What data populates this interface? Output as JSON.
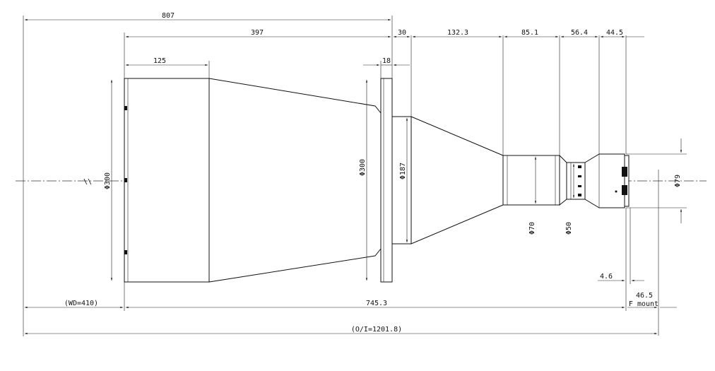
{
  "drawing": {
    "dims": {
      "total_span": "807",
      "barrel_to_flange": "397",
      "front_barrel": "125",
      "flange_thickness": "18",
      "gap": "30",
      "rear_cone": "132.3",
      "tube": "85.1",
      "neck": "56.4",
      "mount_section": "44.5",
      "dia_front": "Φ300",
      "dia_flange": "Φ300",
      "dia_hub": "Φ187",
      "dia_tube": "Φ70",
      "dia_neck": "Φ50",
      "dia_mount": "Φ79",
      "offset": "4.6",
      "flange_back": "46.5",
      "mount_type": "F mount",
      "working_distance": "(WD=410)",
      "lens_length": "745.3",
      "object_to_image": "(O/I=1201.8)",
      "break_mark": "\\\\"
    }
  }
}
